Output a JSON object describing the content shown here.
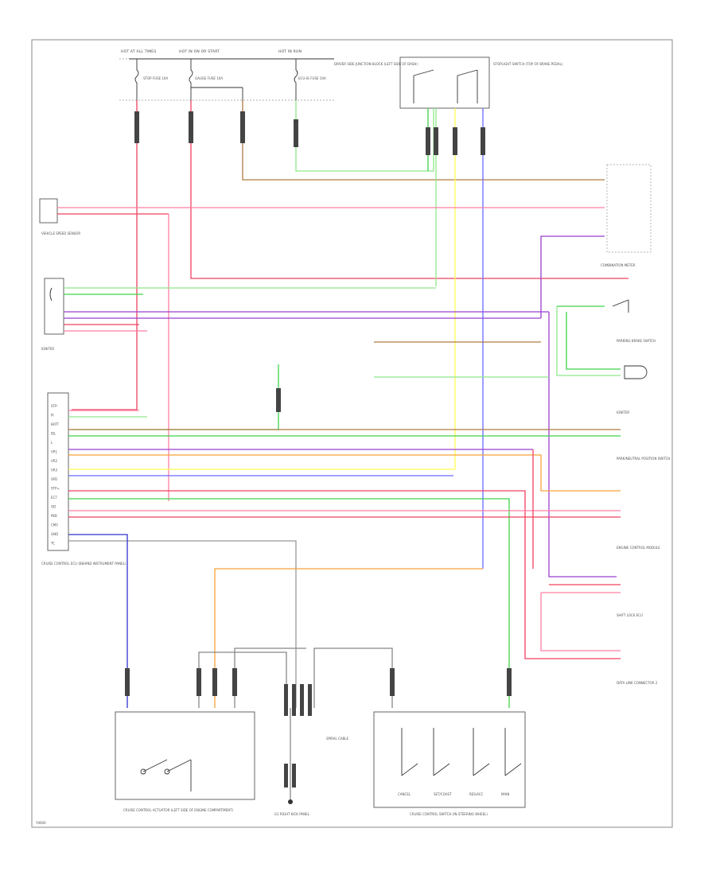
{
  "figure_code": "Y0000",
  "fuse_labels": {
    "hot_at_all_times": "HOT AT ALL TIMES",
    "hot_in_on": "HOT IN ON OR START",
    "hot_in_run": "HOT IN RUN"
  },
  "fuse_names": {
    "stop_fuse": "STOP FUSE 10A",
    "gauge_fuse": "GAUGE FUSE 10A",
    "ecu_fuse": "ECU-IG FUSE 10A"
  },
  "components": {
    "junction_block": "DRIVER SIDE JUNCTION BLOCK (LEFT SIDE OF DASH)",
    "stoplight_switch": "STOPLIGHT SWITCH (TOP OF BRAKE PEDAL)",
    "combination_meter": "COMBINATION METER",
    "vss": "VEHICLE SPEED SENSOR",
    "park_neutral": "PARK/NEUTRAL POSITION SWITCH",
    "parking_brake": "PARKING BRAKE SWITCH",
    "ignition_coil": "IGNITER",
    "data_link": "DATA LINK CONNECTOR 2",
    "engine_control": "ENGINE CONTROL MODULE",
    "shift_lock": "SHIFT LOCK ECU",
    "igniter_box": "IGNITER",
    "cruise_module": "CRUISE CONTROL ECU (BEHIND INSTRUMENT PANEL)",
    "cruise_actuator": "CRUISE CONTROL ACTUATOR (LEFT SIDE OF ENGINE COMPARTMENT)",
    "cruise_switch": "CRUISE CONTROL SWITCH (IN STEERING WHEEL)",
    "ground_point": "G1 RIGHT KICK PANEL",
    "spiral_cable": "SPIRAL CABLE"
  },
  "switch_labels": {
    "cancel": "CANCEL",
    "set_coast": "SET/COAST",
    "res_acc": "RES/ACC",
    "main": "MAIN"
  },
  "pin_labels": {
    "cruise_module": [
      "STP-",
      "PI",
      "BATT",
      "IDL",
      "L",
      "VR1",
      "VR2",
      "VR3",
      "SPD",
      "STP+",
      "ECT",
      "OD",
      "PKB",
      "CMS",
      "GND",
      "TC"
    ]
  },
  "wire_colors": {
    "red": "#f0415f",
    "pink": "#ff7fa2",
    "green": "#3fd24a",
    "light_green": "#8ee88a",
    "orange": "#f7a23a",
    "purple": "#9b3fd0",
    "blue": "#6a6aff",
    "yellow": "#ffff55",
    "gray": "#999999",
    "brown": "#b07a40"
  }
}
